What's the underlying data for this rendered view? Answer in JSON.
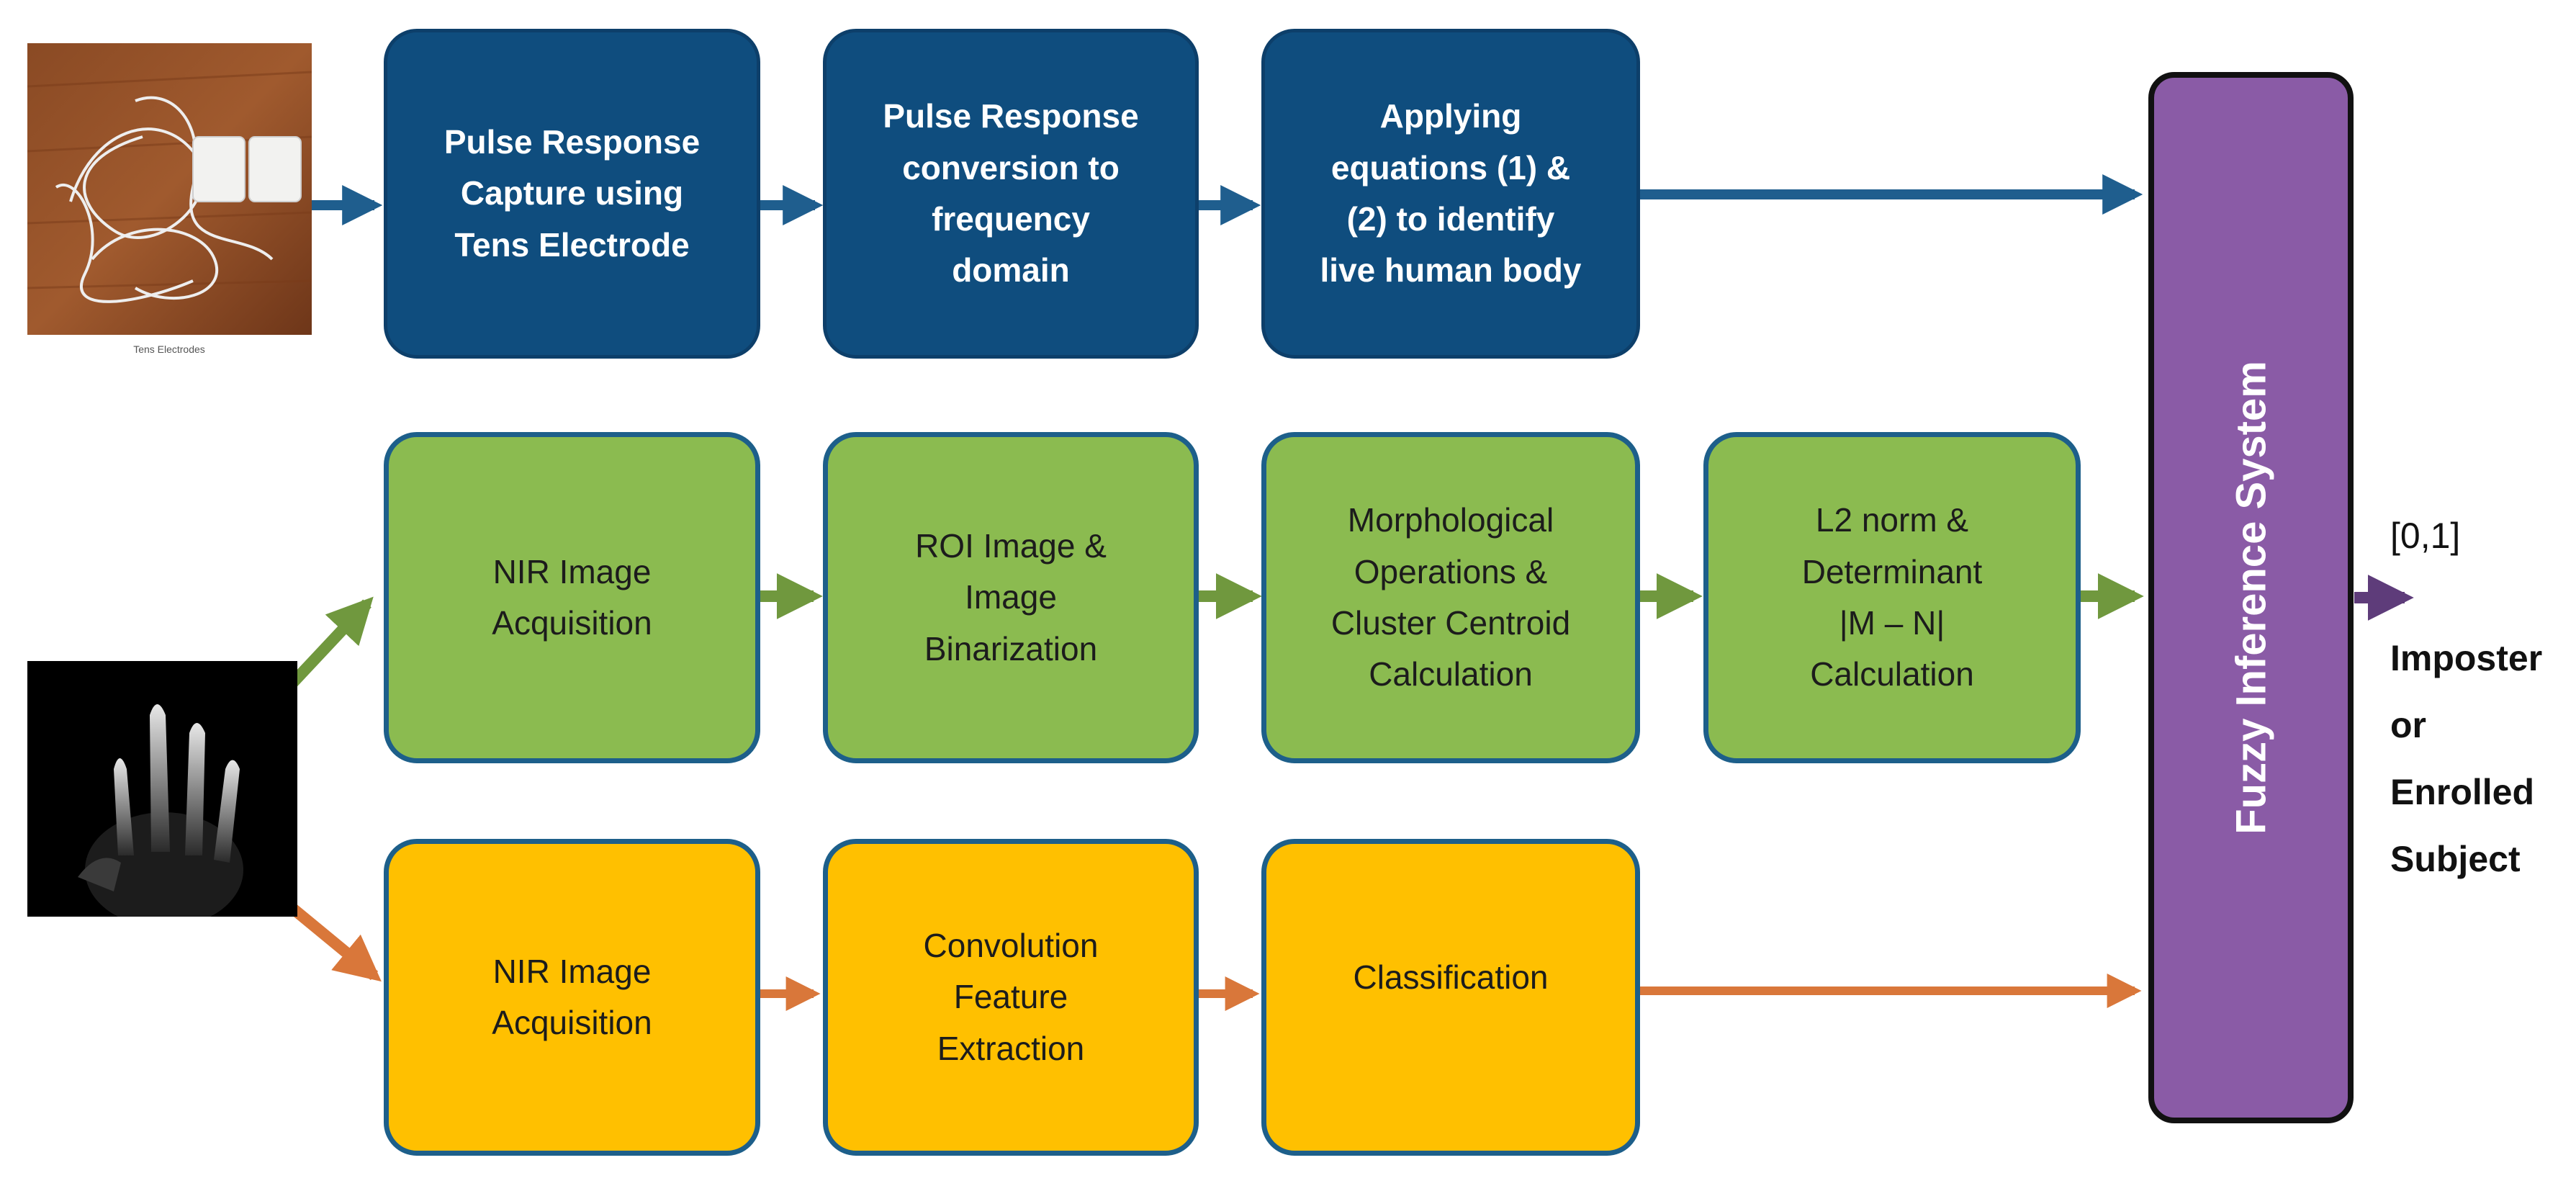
{
  "row1": {
    "boxes": [
      "Pulse Response\nCapture using\nTens Electrode",
      "Pulse Response\nconversion to\nfrequency\ndomain",
      "Applying\nequations (1) &\n(2) to identify\nlive human body"
    ],
    "photo_caption": "Tens Electrodes"
  },
  "row2": {
    "boxes": [
      "NIR Image\nAcquisition",
      "ROI Image &\nImage\nBinarization",
      "Morphological\nOperations &\nCluster Centroid\nCalculation",
      "L2 norm &\nDeterminant\n|M – N|\nCalculation"
    ]
  },
  "row3": {
    "boxes": [
      "NIR Image\nAcquisition",
      "Convolution\nFeature\nExtraction",
      "Classification"
    ]
  },
  "fis": {
    "label": "Fuzzy Inference System"
  },
  "output": {
    "range": "[0,1]",
    "result_lines": [
      "Imposter",
      "or",
      "Enrolled",
      "Subject"
    ]
  },
  "colors": {
    "blue": "#0f4d7e",
    "green": "#8bbb50",
    "yellow": "#ffc000",
    "purple": "#8a5ba6",
    "arrow_blue": "#1f5e8e",
    "arrow_green": "#70983e",
    "arrow_orange": "#d9773a",
    "arrow_purple": "#5e3c7a"
  }
}
